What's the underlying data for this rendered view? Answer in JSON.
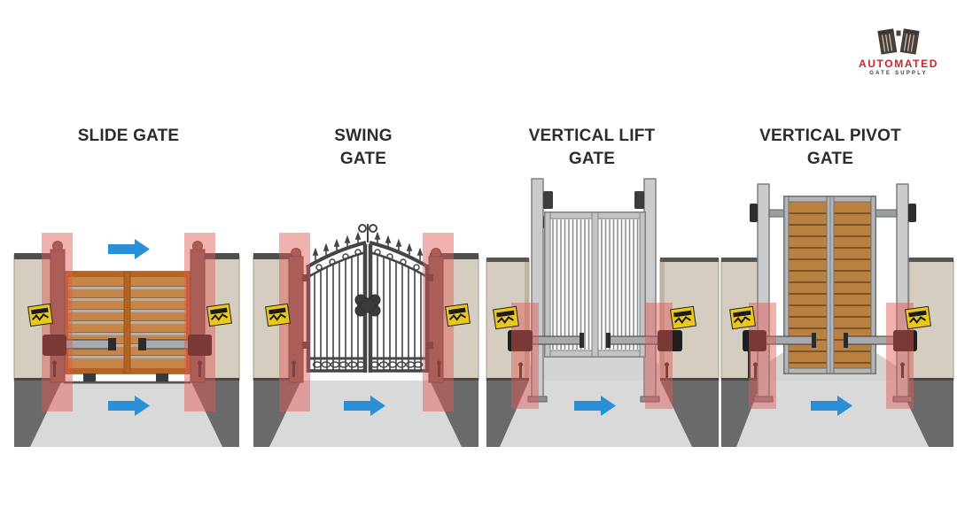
{
  "page": {
    "background_color": "#ffffff"
  },
  "brand": {
    "name": "AUTOMATED",
    "tagline": "GATE SUPPLY",
    "accent_color": "#c3272b",
    "logo_icon": "open-double-gate-icon"
  },
  "panels": [
    {
      "id": "slide-gate",
      "title_line1": "SLIDE GATE",
      "title_line2": "",
      "hazard_zone_count": 2,
      "warning_label_count": 2,
      "direction_arrows": [
        "right-top",
        "right-bottom"
      ]
    },
    {
      "id": "swing-gate",
      "title_line1": "SWING",
      "title_line2": "GATE",
      "hazard_zone_count": 2,
      "warning_label_count": 2,
      "direction_arrows": [
        "right-bottom"
      ]
    },
    {
      "id": "vertical-lift-gate",
      "title_line1": "VERTICAL LIFT",
      "title_line2": "GATE",
      "hazard_zone_count": 2,
      "warning_label_count": 2,
      "direction_arrows": [
        "right-bottom"
      ]
    },
    {
      "id": "vertical-pivot-gate",
      "title_line1": "VERTICAL PIVOT",
      "title_line2": "GATE",
      "hazard_zone_count": 2,
      "warning_label_count": 2,
      "direction_arrows": [
        "right-bottom"
      ]
    }
  ],
  "colors": {
    "hazard_zone": "#e05a54",
    "direction_arrow": "#2b8fd6",
    "warning_label": "#eac71a",
    "wall": "#d5cec0",
    "wall_edge": "#4e4e4e",
    "driveway": "#d9d9d9",
    "shoulder": "#6a6a6a",
    "wood": "#c6864a",
    "wood_frame": "#b4641e",
    "iron": "#454545",
    "steel": "#c6c8ca",
    "hinge_post": "#7d625c",
    "operator": "#1e1e1e",
    "title_text": "#2c2c2c"
  }
}
